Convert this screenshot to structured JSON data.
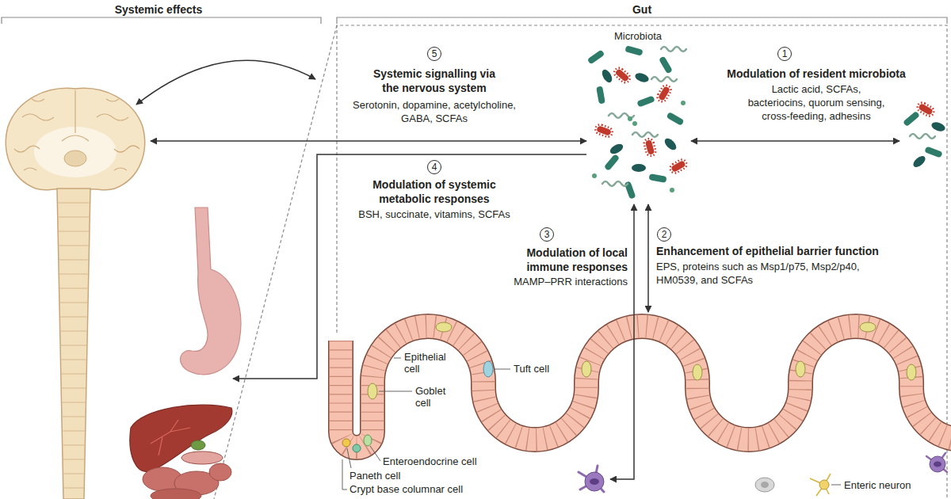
{
  "diagram": {
    "nodes": [
      {
        "text": [
          "5"
        ]
      },
      {
        "text": [
          "1"
        ]
      },
      {
        "text": [
          "4"
        ]
      },
      {
        "text": [
          "3"
        ]
      },
      {
        "text": [
          "2"
        ]
      }
    ],
    "labels": [
      "Systemic effects",
      "Gut",
      "Systemic signalling via the nervous system",
      "Serotonin, dopamine, acetylcholine, GABA, SCFAs",
      "Microbiota",
      "Modulation of resident microbiota",
      "Lactic acid, SCFAs, bacteriocins, quorum sensing, cross-feeding, adhesins",
      "Modulation of systemic metabolic responses",
      "BSH, succinate, vitamins, SCFAs",
      "Modulation of local immune responses",
      "MAMP–PRR interactions",
      "Enhancement of epithelial barrier function",
      "EPS, proteins such as Msp1/p75, Msp2/p40, HM0539, and SCFAs",
      "Epithelial cell",
      "Tuft cell",
      "Goblet cell",
      "Enteroendocrine cell",
      "Paneth cell",
      "Crypt base columnar cell",
      "Enteric neuron"
    ]
  }
}
